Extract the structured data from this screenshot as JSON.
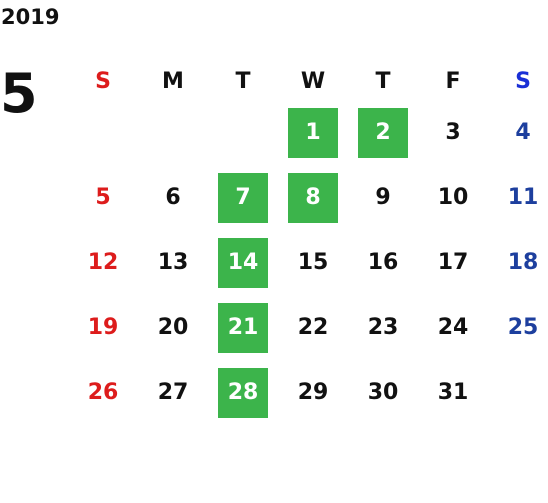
{
  "calendar": {
    "year": "2019",
    "month": "5",
    "weekdays": [
      "S",
      "M",
      "T",
      "W",
      "T",
      "F",
      "S"
    ],
    "accent_holiday": "#3cb44b",
    "sunday_color": "#dd1c1c",
    "saturday_color": "#1d3f9e",
    "weeks": [
      [
        {
          "day": "",
          "holiday": false
        },
        {
          "day": "",
          "holiday": false
        },
        {
          "day": "",
          "holiday": false
        },
        {
          "day": "1",
          "holiday": true
        },
        {
          "day": "2",
          "holiday": true
        },
        {
          "day": "3",
          "holiday": false
        },
        {
          "day": "4",
          "holiday": false
        }
      ],
      [
        {
          "day": "5",
          "holiday": false
        },
        {
          "day": "6",
          "holiday": false
        },
        {
          "day": "7",
          "holiday": true
        },
        {
          "day": "8",
          "holiday": true
        },
        {
          "day": "9",
          "holiday": false
        },
        {
          "day": "10",
          "holiday": false
        },
        {
          "day": "11",
          "holiday": false
        }
      ],
      [
        {
          "day": "12",
          "holiday": false
        },
        {
          "day": "13",
          "holiday": false
        },
        {
          "day": "14",
          "holiday": true
        },
        {
          "day": "15",
          "holiday": false
        },
        {
          "day": "16",
          "holiday": false
        },
        {
          "day": "17",
          "holiday": false
        },
        {
          "day": "18",
          "holiday": false
        }
      ],
      [
        {
          "day": "19",
          "holiday": false
        },
        {
          "day": "20",
          "holiday": false
        },
        {
          "day": "21",
          "holiday": true
        },
        {
          "day": "22",
          "holiday": false
        },
        {
          "day": "23",
          "holiday": false
        },
        {
          "day": "24",
          "holiday": false
        },
        {
          "day": "25",
          "holiday": false
        }
      ],
      [
        {
          "day": "26",
          "holiday": false
        },
        {
          "day": "27",
          "holiday": false
        },
        {
          "day": "28",
          "holiday": true
        },
        {
          "day": "29",
          "holiday": false
        },
        {
          "day": "30",
          "holiday": false
        },
        {
          "day": "31",
          "holiday": false
        },
        {
          "day": "",
          "holiday": false
        }
      ]
    ]
  }
}
